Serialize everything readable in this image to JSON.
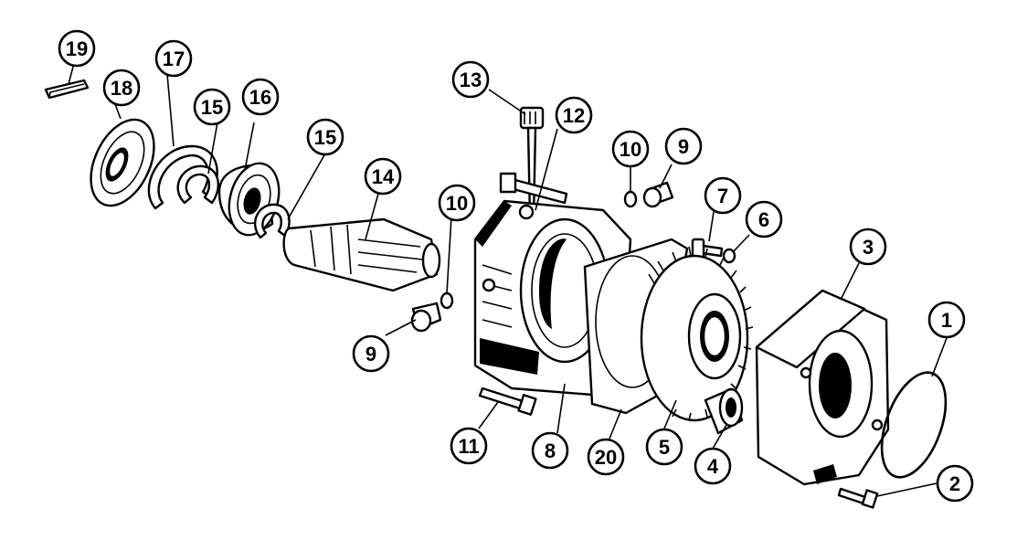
{
  "callouts": [
    {
      "id": "c1",
      "label": "1"
    },
    {
      "id": "c2",
      "label": "2"
    },
    {
      "id": "c3",
      "label": "3"
    },
    {
      "id": "c4",
      "label": "4"
    },
    {
      "id": "c5",
      "label": "5"
    },
    {
      "id": "c6",
      "label": "6"
    },
    {
      "id": "c7",
      "label": "7"
    },
    {
      "id": "c8",
      "label": "8"
    },
    {
      "id": "c9a",
      "label": "9"
    },
    {
      "id": "c9b",
      "label": "9"
    },
    {
      "id": "c10a",
      "label": "10"
    },
    {
      "id": "c10b",
      "label": "10"
    },
    {
      "id": "c11",
      "label": "11"
    },
    {
      "id": "c12",
      "label": "12"
    },
    {
      "id": "c13",
      "label": "13"
    },
    {
      "id": "c14",
      "label": "14"
    },
    {
      "id": "c15a",
      "label": "15"
    },
    {
      "id": "c15b",
      "label": "15"
    },
    {
      "id": "c16",
      "label": "16"
    },
    {
      "id": "c17",
      "label": "17"
    },
    {
      "id": "c18",
      "label": "18"
    },
    {
      "id": "c19",
      "label": "19"
    },
    {
      "id": "c20",
      "label": "20"
    }
  ]
}
